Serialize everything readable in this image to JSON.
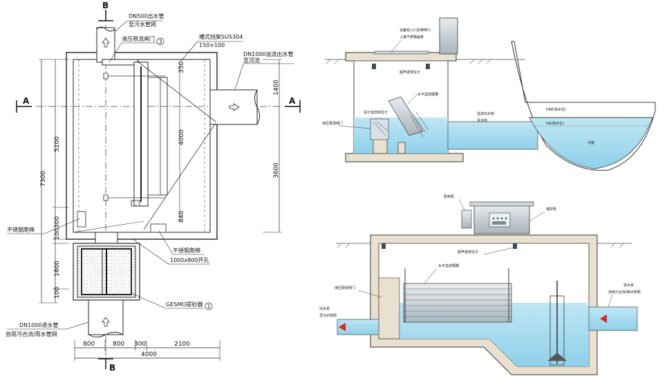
{
  "plan": {
    "section_mark_b_top": "B",
    "section_mark_b_bottom": "B",
    "section_mark_a_left": "A",
    "section_mark_a_right": "A",
    "outlet_pipe": "DN500出水管",
    "outlet_pipe_dest": "至污水管网",
    "hydraulic_gate": "液压限流闸门",
    "hydraulic_gate_no": "3",
    "bracket": "槽式挡架SUS304",
    "bracket_size": "150×100",
    "overflow_pipe": "DN1000溢流出水管",
    "overflow_pipe_dest": "至河流",
    "ladder_left": "不锈钢爬梯",
    "ladder_right": "不锈钢爬梯",
    "opening": "1000x800开孔",
    "grit_device": "GESMO提砂器",
    "grit_device_no": "1",
    "inlet_pipe": "DN1000进水管",
    "inlet_pipe_dest": "自雨污合流/雨水管网",
    "dim_left": [
      "7300",
      "5200",
      "100",
      "300",
      "1600",
      "100"
    ],
    "dim_inner": [
      "350",
      "4000",
      "840"
    ],
    "dim_right": [
      "1400",
      "3600"
    ],
    "dim_bottom_parts": [
      "800",
      "800",
      "300",
      "2100"
    ],
    "dim_bottom_total": "4000"
  },
  "section_top": {
    "manhole": "设备检入口及维修口",
    "manhole_sub": "上装不锈钢盖板",
    "level_meter": "超声波液位计",
    "weir": "水平溢流堰槽",
    "float_label": "设计溢流液位计",
    "gate": "液压限流闸门",
    "overflow_pipe": "溢流出水管",
    "overflow_dest": "至河流",
    "high_level": "HAE(高水位)",
    "normal_level": "HA(常水位)",
    "river": "河道"
  },
  "section_bottom": {
    "control_panel": "配电柜",
    "cabinet": "保护柜",
    "level_meter": "超声波液位计",
    "weir": "水平溢流堰槽",
    "gate": "液压限流闸门",
    "outlet_pipe": "出水管",
    "outlet_dest": "至污水管网",
    "inlet_pipe": "进水管",
    "inlet_dest": "自雨污合流/雨水管网"
  }
}
